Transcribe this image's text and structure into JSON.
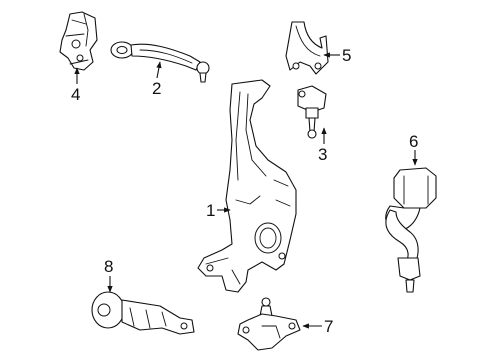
{
  "callouts": [
    {
      "id": "1",
      "label": "1"
    },
    {
      "id": "2",
      "label": "2"
    },
    {
      "id": "3",
      "label": "3"
    },
    {
      "id": "4",
      "label": "4"
    },
    {
      "id": "5",
      "label": "5"
    },
    {
      "id": "6",
      "label": "6"
    },
    {
      "id": "7",
      "label": "7"
    },
    {
      "id": "8",
      "label": "8"
    }
  ],
  "colors": {
    "line": "#111111",
    "background": "#ffffff"
  }
}
